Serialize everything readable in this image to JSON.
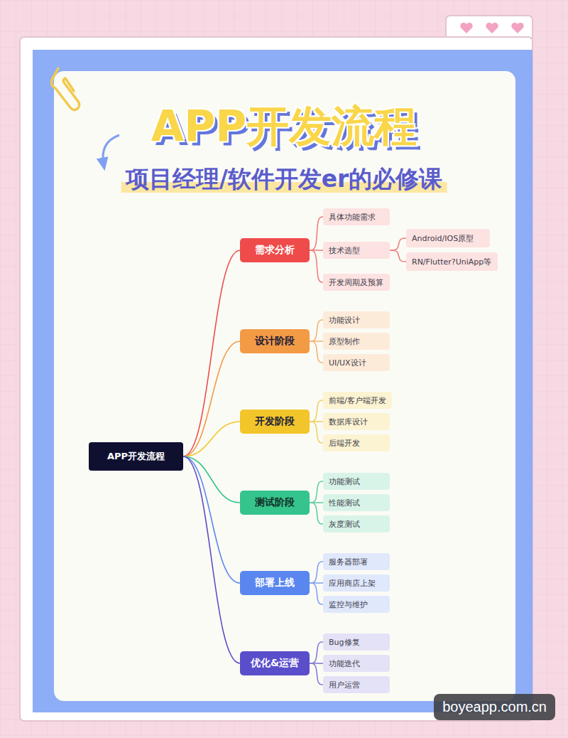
{
  "diagram": {
    "title": "APP开发流程",
    "nodes": [
      {
        "text": [
          "APP开发流程"
        ]
      },
      {
        "text": [
          "需求分析"
        ]
      },
      {
        "text": [
          "具体功能需求"
        ]
      },
      {
        "text": [
          "技术选型"
        ]
      },
      {
        "text": [
          "Android/IOS原型"
        ]
      },
      {
        "text": [
          "RN/Flutter?UniApp等"
        ]
      },
      {
        "text": [
          "开发周期及预算"
        ]
      },
      {
        "text": [
          "设计阶段"
        ]
      },
      {
        "text": [
          "功能设计"
        ]
      },
      {
        "text": [
          "原型制作"
        ]
      },
      {
        "text": [
          "UI/UX设计"
        ]
      },
      {
        "text": [
          "开发阶段"
        ]
      },
      {
        "text": [
          "前端/客户端开发"
        ]
      },
      {
        "text": [
          "数据库设计"
        ]
      },
      {
        "text": [
          "后端开发"
        ]
      },
      {
        "text": [
          "测试阶段"
        ]
      },
      {
        "text": [
          "功能测试"
        ]
      },
      {
        "text": [
          "性能测试"
        ]
      },
      {
        "text": [
          "灰度测试"
        ]
      },
      {
        "text": [
          "部署上线"
        ]
      },
      {
        "text": [
          "服务器部署"
        ]
      },
      {
        "text": [
          "应用商店上架"
        ]
      },
      {
        "text": [
          "监控与维护"
        ]
      },
      {
        "text": [
          "优化&运营"
        ]
      },
      {
        "text": [
          "Bug修复"
        ]
      },
      {
        "text": [
          "功能迭代"
        ]
      },
      {
        "text": [
          "用户运营"
        ]
      }
    ],
    "edges": [
      {
        "from": 0,
        "to": 1,
        "arrow": "none"
      },
      {
        "from": 0,
        "to": 7,
        "arrow": "none"
      },
      {
        "from": 0,
        "to": 11,
        "arrow": "none"
      },
      {
        "from": 0,
        "to": 15,
        "arrow": "none"
      },
      {
        "from": 0,
        "to": 19,
        "arrow": "none"
      },
      {
        "from": 0,
        "to": 23,
        "arrow": "none"
      },
      {
        "from": 1,
        "to": 2,
        "arrow": "none"
      },
      {
        "from": 1,
        "to": 3,
        "arrow": "none"
      },
      {
        "from": 1,
        "to": 6,
        "arrow": "none"
      },
      {
        "from": 3,
        "to": 4,
        "arrow": "none"
      },
      {
        "from": 3,
        "to": 5,
        "arrow": "none"
      },
      {
        "from": 7,
        "to": 8,
        "arrow": "none"
      },
      {
        "from": 7,
        "to": 9,
        "arrow": "none"
      },
      {
        "from": 7,
        "to": 10,
        "arrow": "none"
      },
      {
        "from": 11,
        "to": 12,
        "arrow": "none"
      },
      {
        "from": 11,
        "to": 13,
        "arrow": "none"
      },
      {
        "from": 11,
        "to": 14,
        "arrow": "none"
      },
      {
        "from": 15,
        "to": 16,
        "arrow": "none"
      },
      {
        "from": 15,
        "to": 17,
        "arrow": "none"
      },
      {
        "from": 15,
        "to": 18,
        "arrow": "none"
      },
      {
        "from": 19,
        "to": 20,
        "arrow": "none"
      },
      {
        "from": 19,
        "to": 21,
        "arrow": "none"
      },
      {
        "from": 19,
        "to": 22,
        "arrow": "none"
      },
      {
        "from": 23,
        "to": 24,
        "arrow": "none"
      },
      {
        "from": 23,
        "to": 25,
        "arrow": "none"
      },
      {
        "from": 23,
        "to": 26,
        "arrow": "none"
      }
    ],
    "labels": [
      "项目经理/软件开发er的必修课",
      "boyeapp.com.cn"
    ]
  }
}
